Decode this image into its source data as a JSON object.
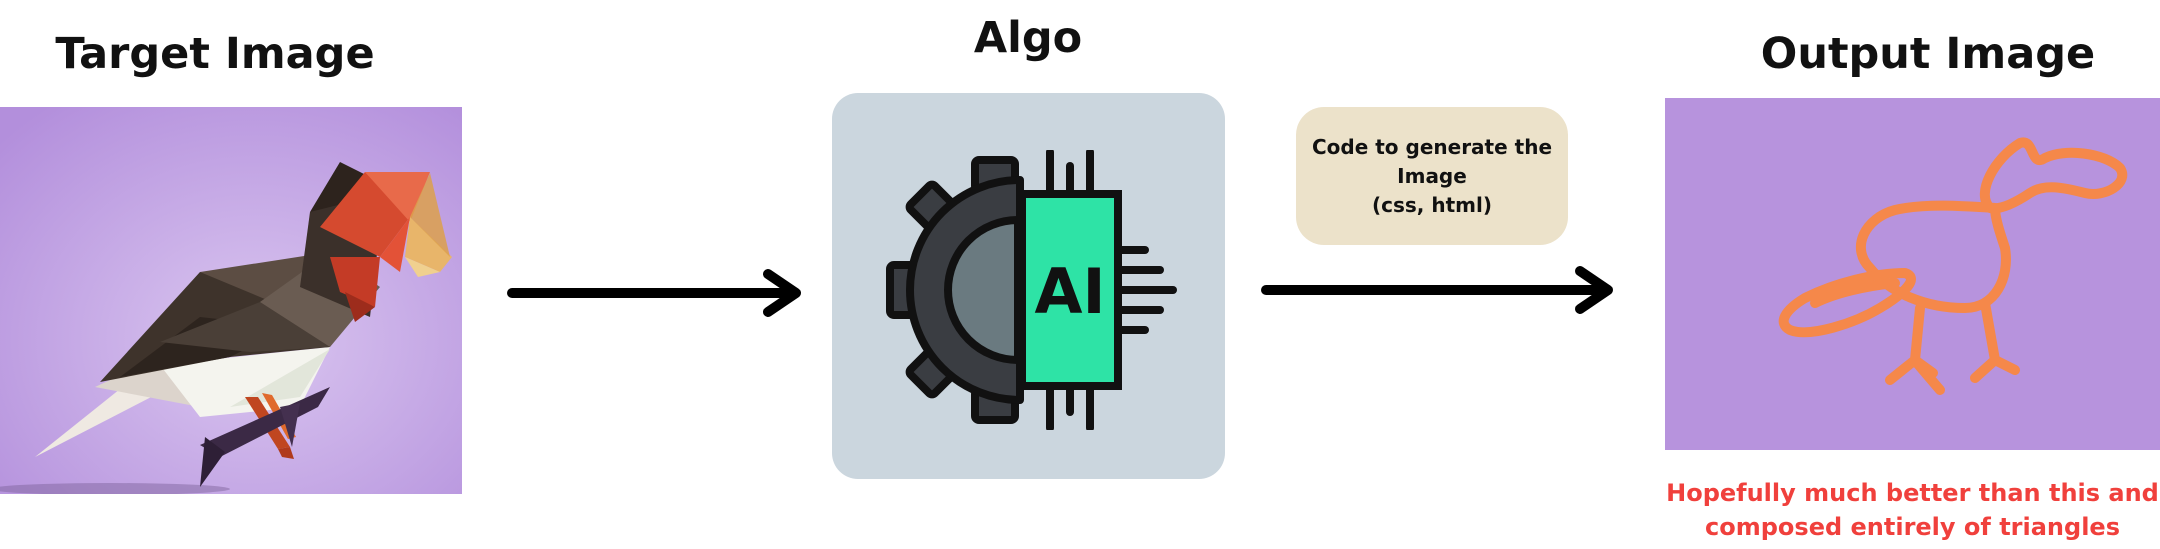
{
  "titles": {
    "target": "Target Image",
    "algo": "Algo",
    "output": "Output Image"
  },
  "chip_label": "AI",
  "code_box": {
    "line1": "Code to generate the",
    "line2": "Image",
    "line3": "(css, html)"
  },
  "note": {
    "line1": "Hopefully much better than this and",
    "line2": "composed entirely of triangles"
  },
  "colors": {
    "panel_purple": "#b793dd",
    "algo_card": "#cbd6de",
    "code_box": "#ece2ca",
    "chip_green": "#2ee3a6",
    "gear_dark": "#3a3d42",
    "gear_half": "#6a7a80",
    "sketch_orange": "#f5884a",
    "note_red": "#f0403c",
    "arrow": "#000000"
  }
}
